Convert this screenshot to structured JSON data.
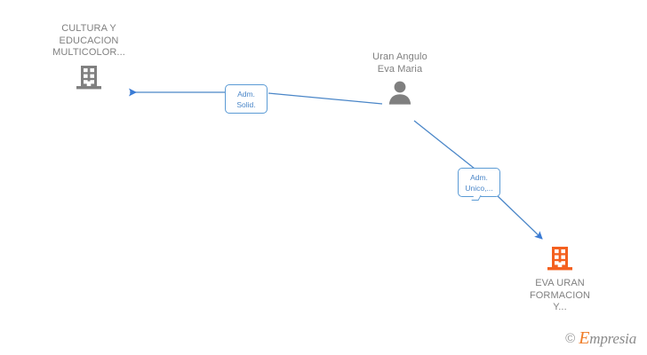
{
  "diagram": {
    "type": "relationship-graph",
    "background_color": "#ffffff",
    "nodes": [
      {
        "id": "company-left",
        "kind": "company",
        "icon": "building-icon",
        "icon_color": "#808080",
        "label": "CULTURA Y\nEDUCACION\nMULTICOLOR...",
        "label_color": "#808080"
      },
      {
        "id": "person",
        "kind": "person",
        "icon": "person-icon",
        "icon_color": "#7f7f7f",
        "label": "Uran Angulo\nEva Maria",
        "label_color": "#808080"
      },
      {
        "id": "company-right",
        "kind": "company",
        "icon": "building-icon",
        "icon_color": "#f4601f",
        "label": "EVA URAN\nFORMACION\nY...",
        "label_color": "#808080"
      }
    ],
    "edges": [
      {
        "id": "edge-solid",
        "from": "person",
        "to": "company-left",
        "color": "#4a86c8",
        "label_line1": "Adm.",
        "label_line2": "Solid."
      },
      {
        "id": "edge-unico",
        "from": "person",
        "to": "company-right",
        "color": "#4a86c8",
        "label_line1": "Adm.",
        "label_line2": "Unico,..."
      }
    ]
  },
  "watermark": {
    "copyright": "©",
    "brand_capital": "E",
    "brand_rest": "mpresia"
  }
}
